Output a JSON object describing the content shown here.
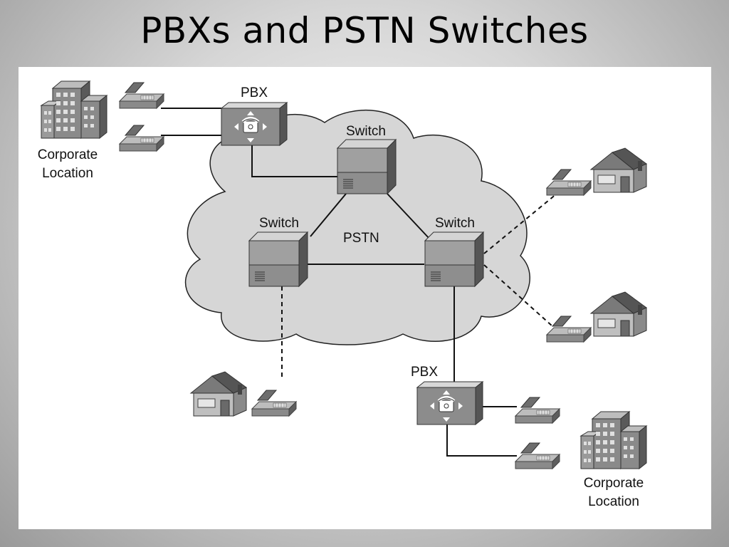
{
  "slide": {
    "title": "PBXs and PSTN Switches"
  },
  "diagram": {
    "cloud_label": "PSTN",
    "switches": [
      {
        "label": "Switch"
      },
      {
        "label": "Switch"
      },
      {
        "label": "Switch"
      }
    ],
    "pbxs": [
      {
        "label": "PBX"
      },
      {
        "label": "PBX"
      }
    ],
    "corporate_locations": [
      {
        "line1": "Corporate",
        "line2": "Location"
      },
      {
        "line1": "Corporate",
        "line2": "Location"
      }
    ]
  }
}
